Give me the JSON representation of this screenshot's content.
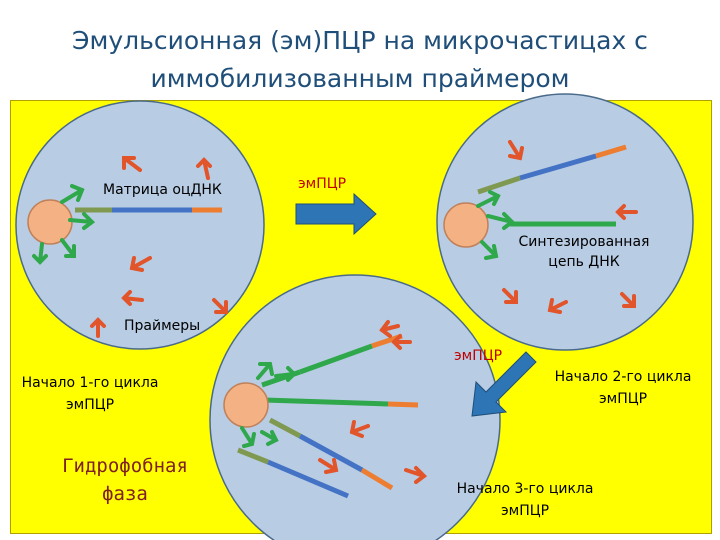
{
  "title_line1": "Эмульсионная (эм)ПЦР на микрочастицах с",
  "title_line2": "иммобилизованным праймером",
  "labels": {
    "template": "Матрица оцДНК",
    "empcr_arrow1": "эмПЦР",
    "synthesized_line1": "Синтезированная",
    "synthesized_line2": "цепь ДНК",
    "primers": "Праймеры",
    "cycle1_line1": "Начало 1-го цикла",
    "cycle1_line2": "эмПЦР",
    "empcr_arrow2": "эмПЦР",
    "cycle2_line1": "Начало 2-го цикла",
    "cycle2_line2": "эмПЦР",
    "hydrophobic_line1": "Гидрофобная",
    "hydrophobic_line2": "фаза",
    "cycle3_line1": "Начало 3-го цикла",
    "cycle3_line2": "эмПЦР"
  },
  "colors": {
    "background": "#ffff00",
    "droplet_fill": "#b8cce4",
    "bead": "#f4b183",
    "primer": "#70ad47",
    "template_blue": "#4472c4",
    "adapter_orange": "#ed7d31",
    "arrow_blue": "#2e75b6",
    "text_red": "#c00000"
  }
}
